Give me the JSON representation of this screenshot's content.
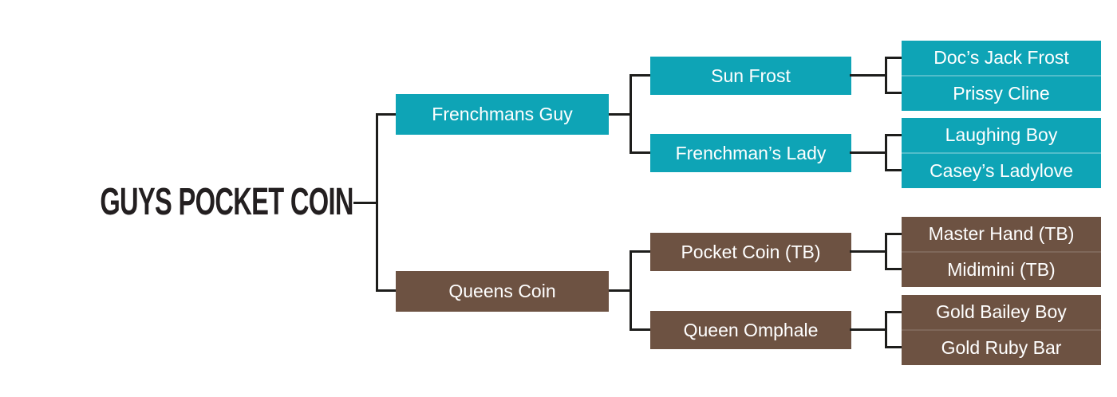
{
  "palette": {
    "teal": "#0ea4b6",
    "brown": "#6d5242",
    "line": "#1d1d1b",
    "root_text": "#231f20",
    "box_text": "#ffffff",
    "background": "#ffffff"
  },
  "pedigree": {
    "root": {
      "label": "GUYS POCKET COIN"
    },
    "sire": {
      "label": "Frenchmans Guy",
      "sire": {
        "label": "Sun Frost",
        "parents": [
          "Doc’s Jack Frost",
          "Prissy Cline"
        ]
      },
      "dam": {
        "label": "Frenchman’s Lady",
        "parents": [
          "Laughing Boy",
          "Casey’s Ladylove"
        ]
      }
    },
    "dam": {
      "label": "Queens Coin",
      "sire": {
        "label": "Pocket Coin (TB)",
        "parents": [
          "Master Hand (TB)",
          "Midimini (TB)"
        ]
      },
      "dam": {
        "label": "Queen Omphale",
        "parents": [
          "Gold Bailey Boy",
          "Gold Ruby Bar"
        ]
      }
    }
  }
}
